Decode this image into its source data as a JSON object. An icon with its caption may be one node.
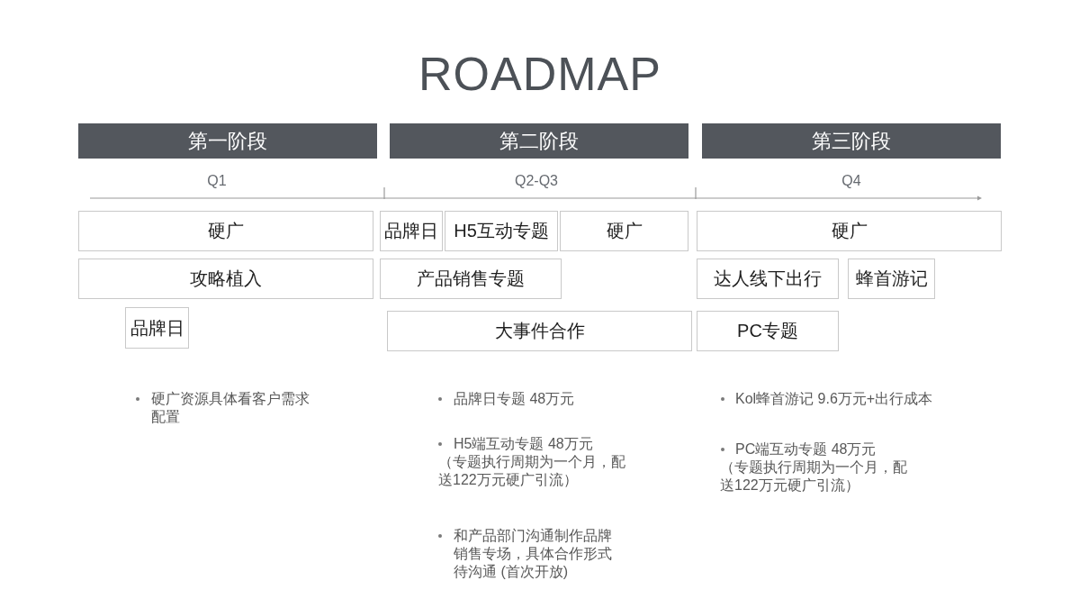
{
  "diagram": {
    "title": "ROADMAP",
    "nodes": [
      {
        "text": [
          "第一阶段"
        ]
      },
      {
        "text": [
          "第二阶段"
        ]
      },
      {
        "text": [
          "第三阶段"
        ]
      },
      {
        "text": [
          "硬广"
        ]
      },
      {
        "text": [
          "品牌日"
        ]
      },
      {
        "text": [
          "H5互动专题"
        ]
      },
      {
        "text": [
          "硬广"
        ]
      },
      {
        "text": [
          "硬广"
        ]
      },
      {
        "text": [
          "攻略植入"
        ]
      },
      {
        "text": [
          "产品销售专题"
        ]
      },
      {
        "text": [
          "达人线下出行"
        ]
      },
      {
        "text": [
          "蜂首游记"
        ]
      },
      {
        "text": [
          "品牌日"
        ]
      },
      {
        "text": [
          "大事件合作"
        ]
      },
      {
        "text": [
          "PC专题"
        ]
      }
    ],
    "edges": [],
    "labels": [
      "Q1",
      "Q2-Q3",
      "Q4",
      "硬广资源具体看客户需求配置",
      "品牌日专题 48万元",
      "H5端互动专题 48万元",
      "（专题执行周期为一个月，配送122万元硬广引流）",
      "和产品部门沟通制作品牌销售专场，具体合作形式待沟通 (首次开放)",
      "Kol蜂首游记 9.6万元+出行成本",
      "PC端互动专题 48万元",
      "（专题执行周期为一个月，配送122万元硬广引流）"
    ]
  }
}
